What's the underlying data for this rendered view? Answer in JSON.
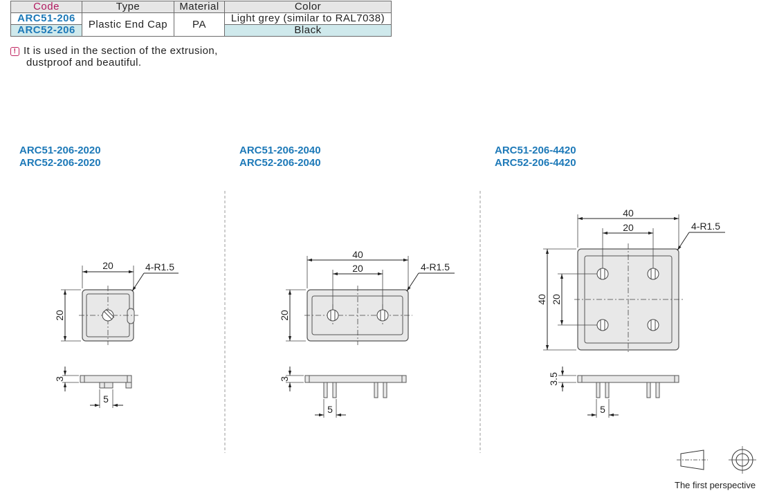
{
  "table": {
    "headers": [
      "Code",
      "Type",
      "Material",
      "Color"
    ],
    "rows": [
      {
        "code": "ARC51-206",
        "color": "Light grey (similar to RAL7038)"
      },
      {
        "code": "ARC52-206",
        "color": "Black"
      }
    ],
    "type": "Plastic End Cap",
    "material": "PA"
  },
  "note": {
    "line1": "It is used in the section of the extrusion,",
    "line2": "dustproof and beautiful."
  },
  "parts": [
    {
      "codes": [
        "ARC51-206-2020",
        "ARC52-206-2020"
      ],
      "dims": {
        "top_width": "20",
        "radius": "4-R1.5",
        "side_height": "20",
        "thickness": "3",
        "pin_spacing": "5"
      }
    },
    {
      "codes": [
        "ARC51-206-2040",
        "ARC52-206-2040"
      ],
      "dims": {
        "outer_width": "40",
        "inner_width": "20",
        "radius": "4-R1.5",
        "side_height": "20",
        "thickness": "3",
        "pin_spacing": "5"
      }
    },
    {
      "codes": [
        "ARC51-206-4420",
        "ARC52-206-4420"
      ],
      "dims": {
        "outer_width": "40",
        "inner_width": "20",
        "radius": "4-R1.5",
        "outer_height": "40",
        "inner_height": "20",
        "thickness": "3.5",
        "pin_spacing": "5"
      }
    }
  ],
  "projection": {
    "label": "The first perspective"
  }
}
